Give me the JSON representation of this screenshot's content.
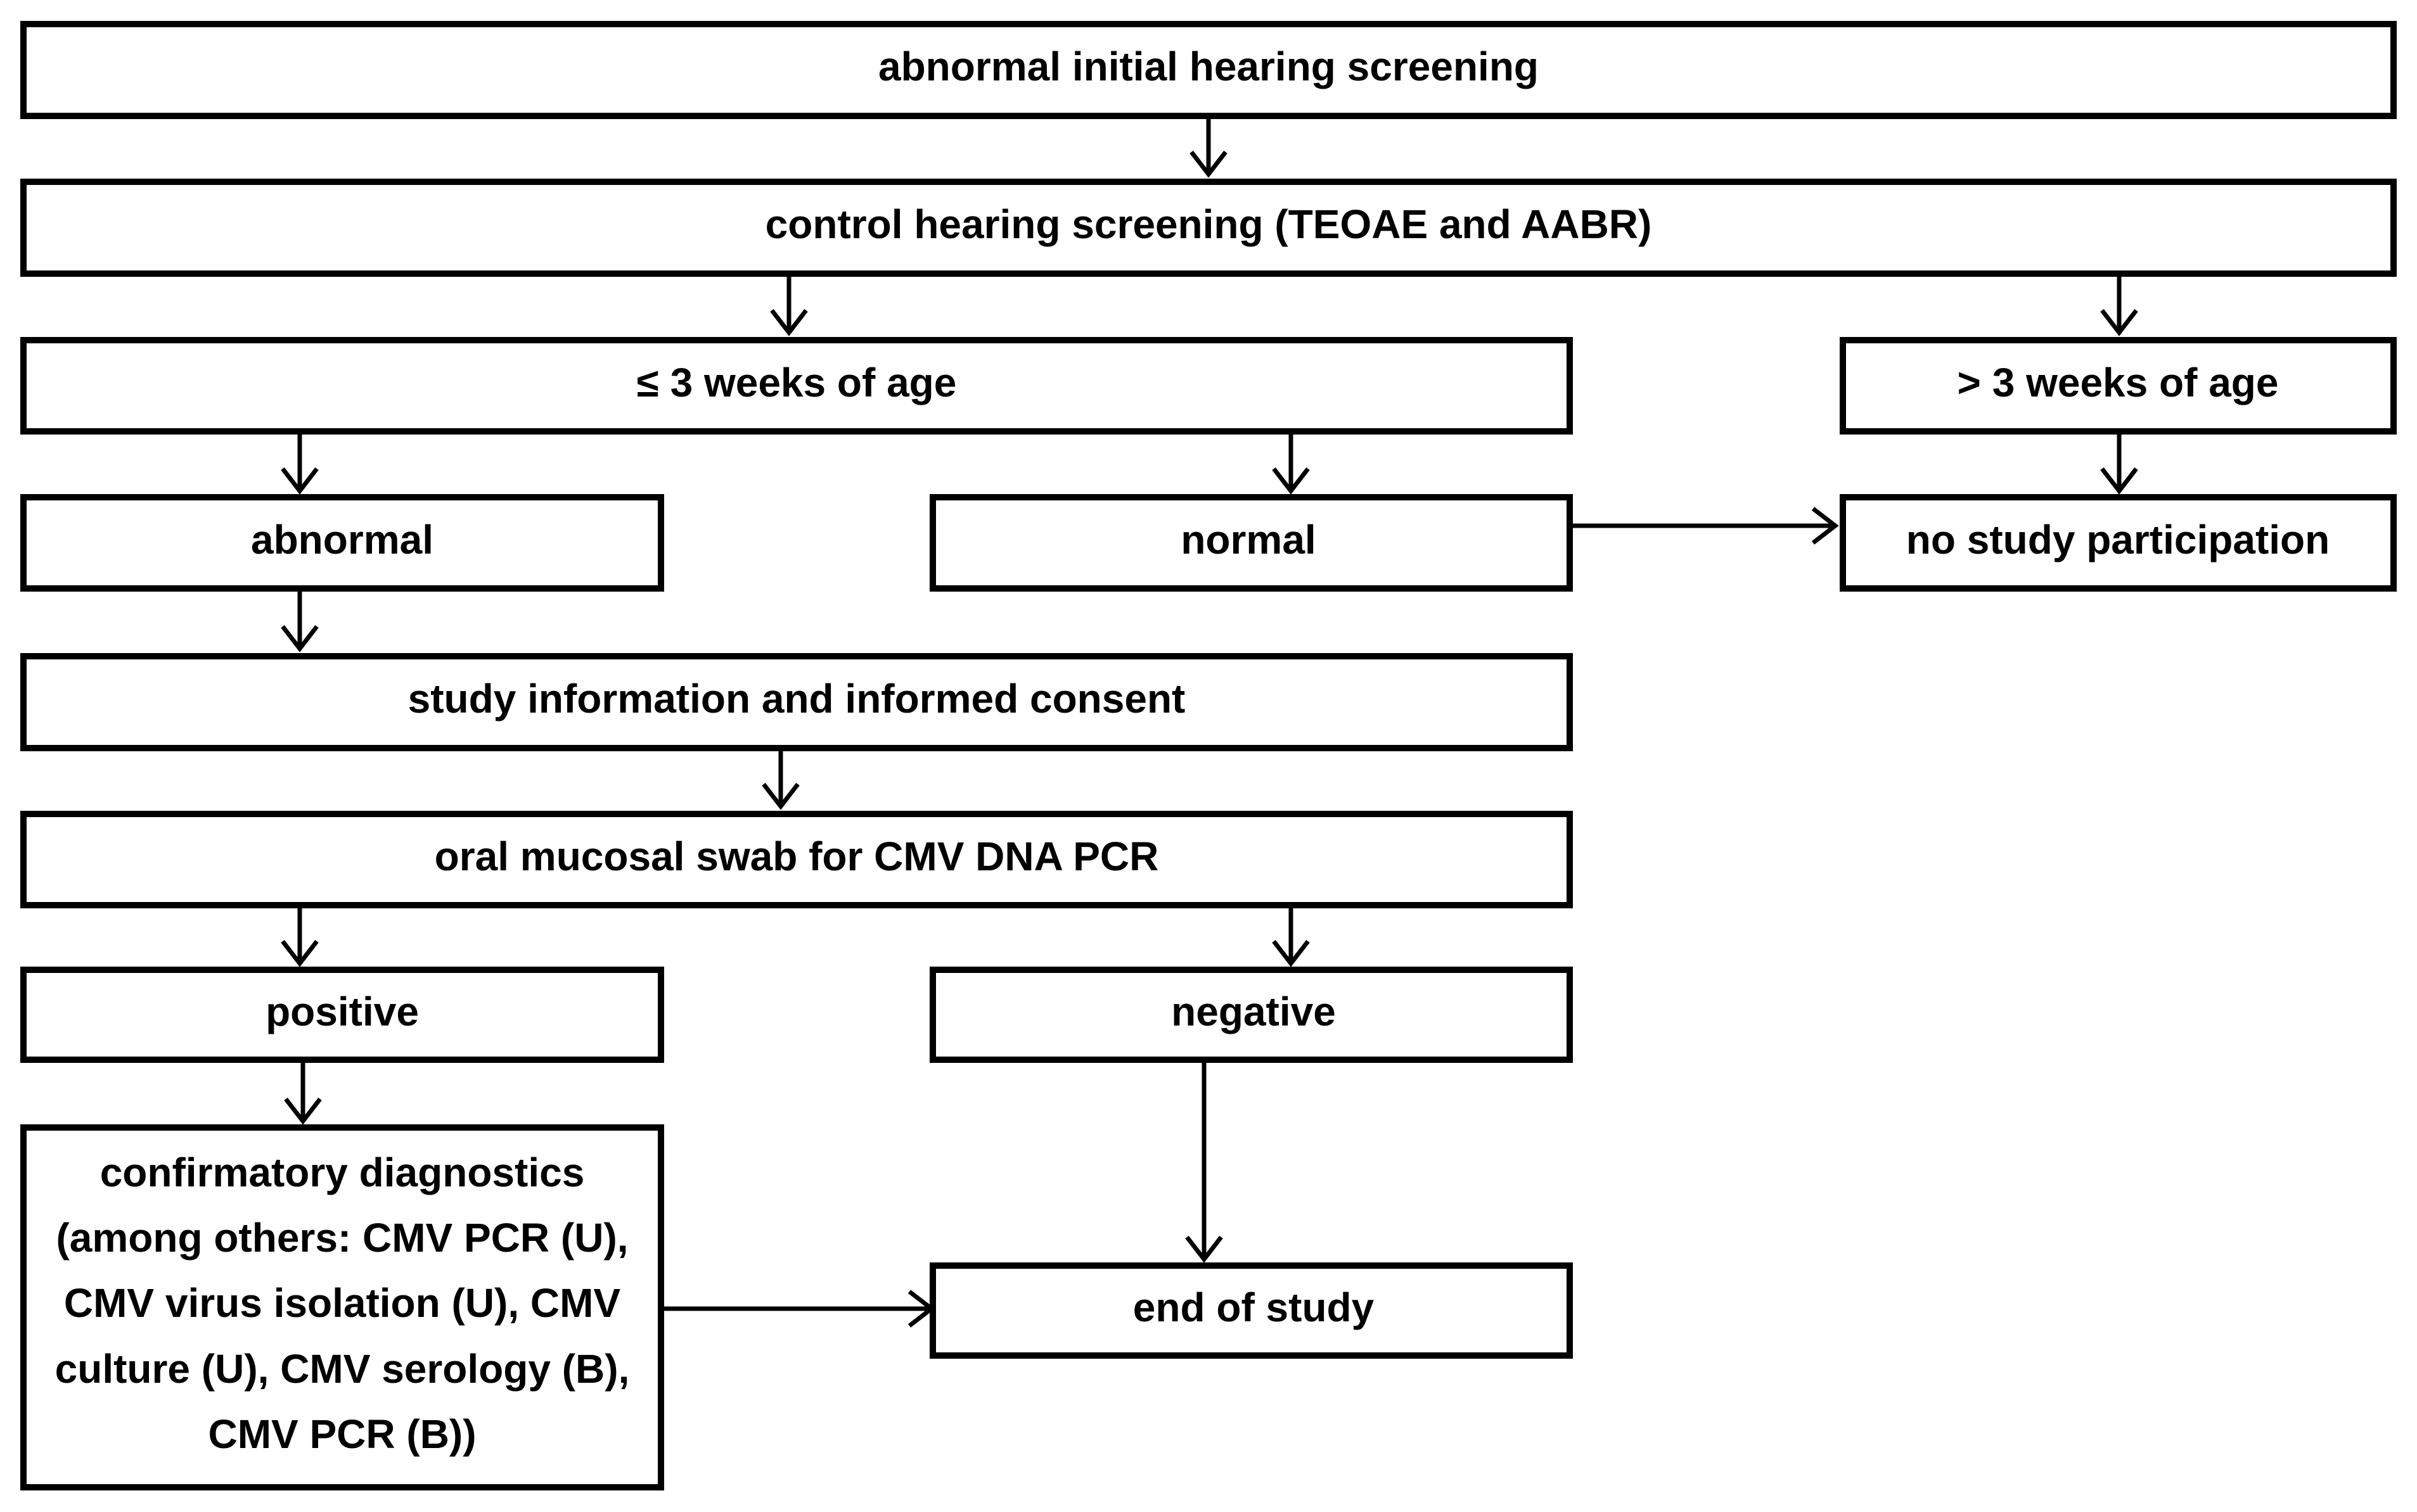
{
  "nodes": {
    "initial_screening": "abnormal initial hearing screening",
    "control_screening": "control hearing screening (TEOAE and AABR)",
    "age_le_3_weeks": "≤ 3 weeks of age",
    "age_gt_3_weeks": "> 3 weeks of age",
    "abnormal": "abnormal",
    "normal": "normal",
    "no_participation": "no study participation",
    "study_info_consent": "study information and informed consent",
    "oral_swab": "oral mucosal swab for CMV DNA PCR",
    "positive": "positive",
    "negative": "negative",
    "confirmatory": {
      "lines": [
        "confirmatory diagnostics",
        "(among others: CMV PCR (U),",
        "CMV virus isolation (U), CMV",
        "culture (U), CMV serology (B),",
        "CMV PCR (B))"
      ]
    },
    "end_of_study": "end of study"
  },
  "colors": {
    "stroke": "#000000",
    "fill": "#ffffff",
    "text": "#000000"
  }
}
